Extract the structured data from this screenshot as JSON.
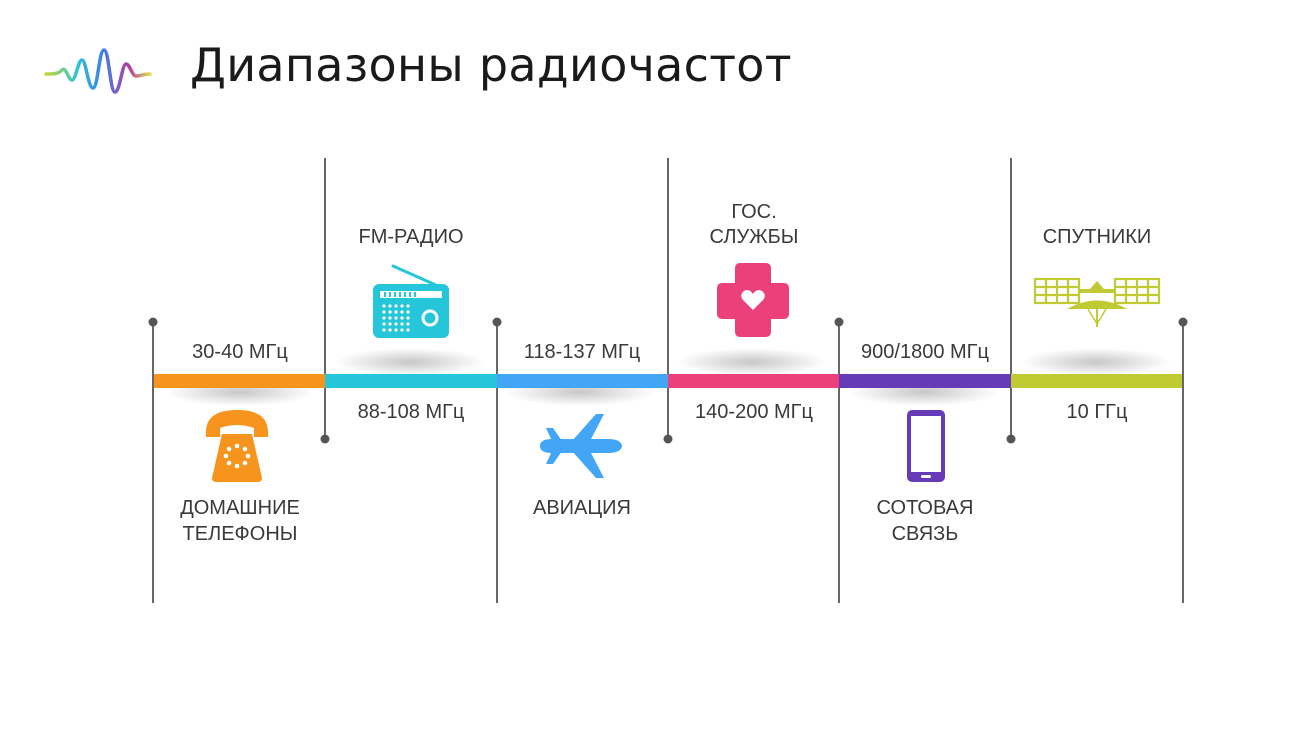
{
  "title": "Диапазоны радиочастот",
  "bands": [
    {
      "color": "#f7941d",
      "range": "30-40 МГц",
      "name_lines": [
        "ДОМАШНИЕ",
        "ТЕЛЕФОНЫ"
      ],
      "icon": "telephone-icon"
    },
    {
      "color": "#26c6da",
      "range": "88-108 МГц",
      "name_lines": [
        "FM-РАДИО"
      ],
      "icon": "radio-icon"
    },
    {
      "color": "#42a5f5",
      "range": "118-137 МГц",
      "name_lines": [
        "АВИАЦИЯ"
      ],
      "icon": "airplane-icon"
    },
    {
      "color": "#ec407a",
      "range": "140-200 МГц",
      "name_lines": [
        "ГОС.",
        "СЛУЖБЫ"
      ],
      "icon": "medical-cross-heart-icon"
    },
    {
      "color": "#673ab7",
      "range": "900/1800 МГц",
      "name_lines": [
        "СОТОВАЯ",
        "СВЯЗЬ"
      ],
      "icon": "mobile-phone-icon"
    },
    {
      "color": "#c0ca33",
      "range": "10 ГГц",
      "name_lines": [
        "СПУТНИКИ"
      ],
      "icon": "satellite-icon"
    }
  ],
  "colors": {
    "divider": "#666666",
    "label": "#3a3a3a",
    "title": "#1a1a1a"
  }
}
